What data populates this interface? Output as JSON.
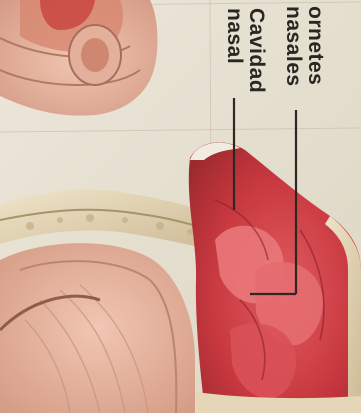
{
  "labels": {
    "cornetes_line1": "ornetes",
    "cornetes_line2": "nasales",
    "cavidad_line1": "Cavidad",
    "cavidad_line2": "nasal"
  }
}
